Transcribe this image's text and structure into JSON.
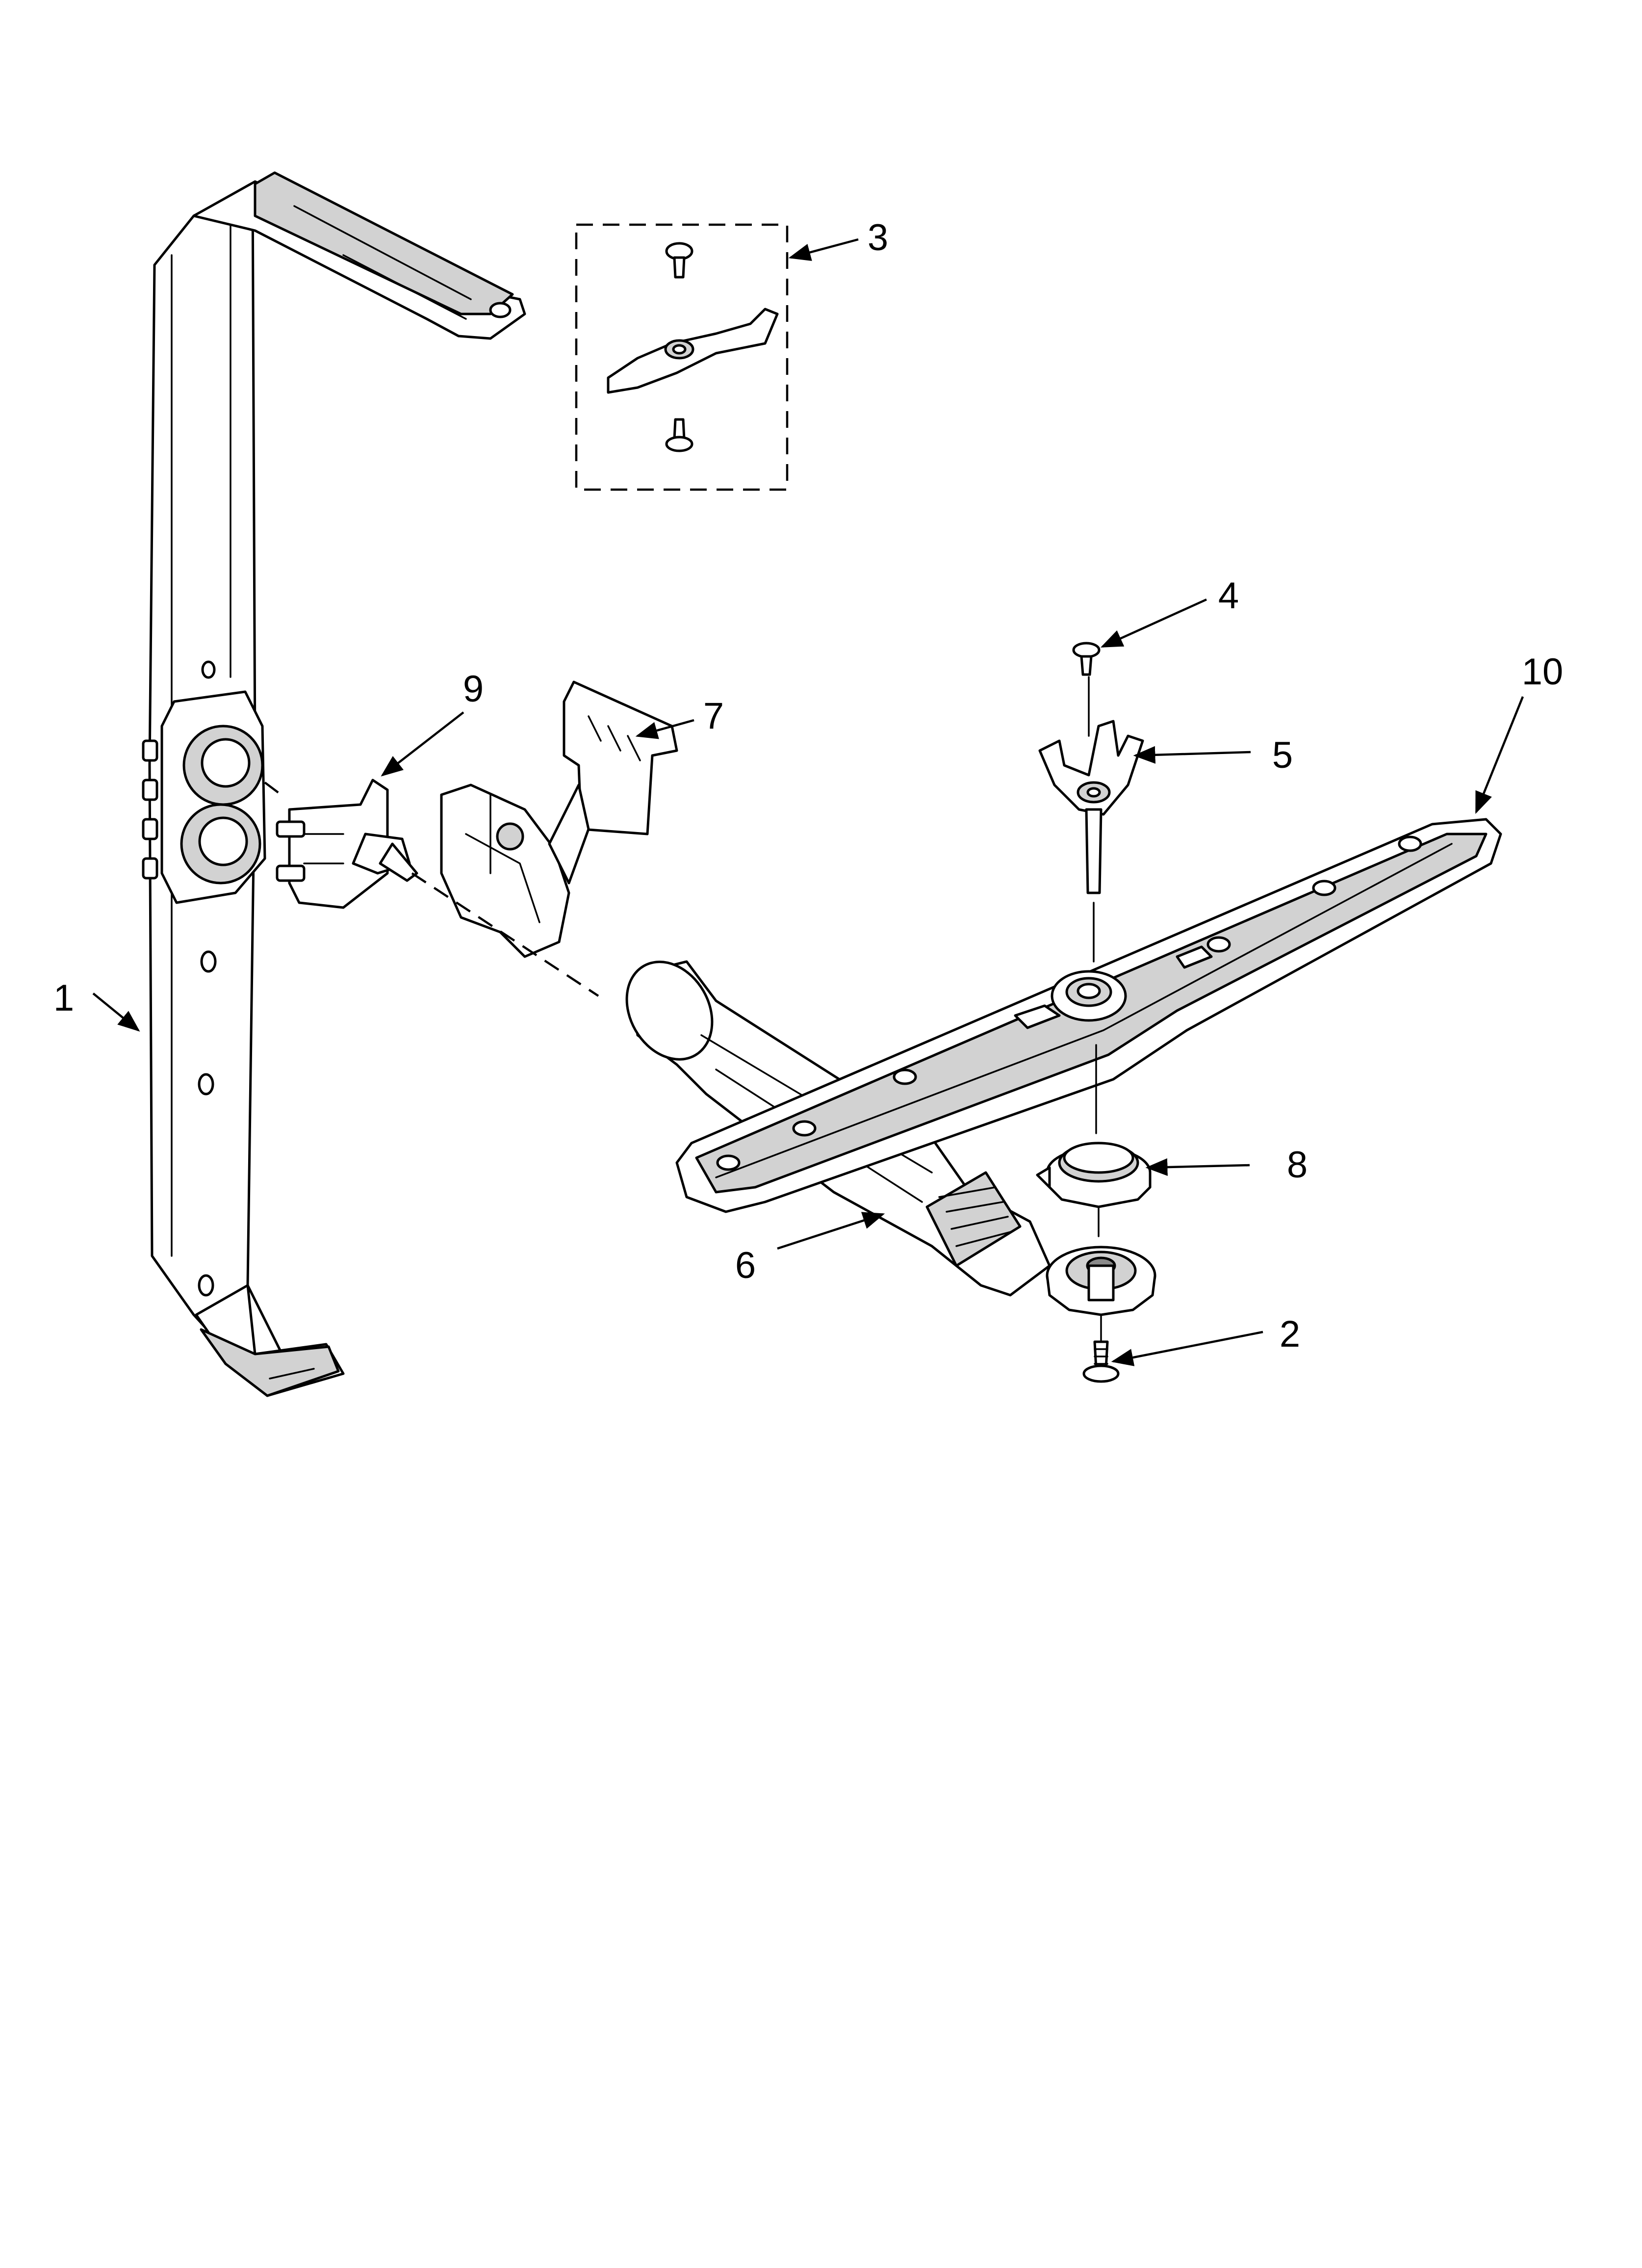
{
  "callouts": {
    "c1": "1",
    "c2": "2",
    "c3": "3",
    "c4": "4",
    "c5": "5",
    "c6": "6",
    "c7": "7",
    "c8": "8",
    "c9": "9",
    "c10": "10"
  },
  "colors": {
    "line": "#000000",
    "background": "#ffffff",
    "shading": "#d2d2d2"
  }
}
